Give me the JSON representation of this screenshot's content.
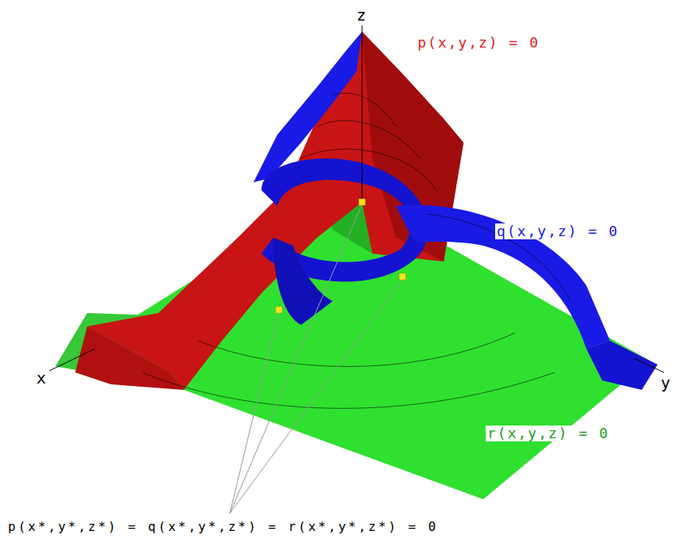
{
  "diagram": {
    "labels": [
      "z",
      "p(x,y,z) = 0",
      "q(x,y,z) = 0",
      "x",
      "y",
      "r(x,y,z) = 0",
      "p(x*,y*,z*) = q(x*,y*,z*) = r(x*,y*,z*) = 0"
    ]
  }
}
